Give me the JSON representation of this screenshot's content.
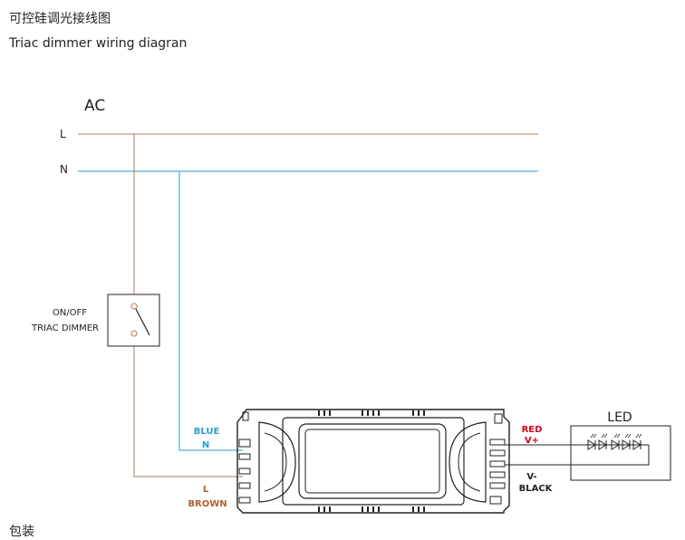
{
  "header": {
    "title_cn": "可控硅调光接线图",
    "title_en": "Triac dimmer wiring diagran"
  },
  "footer": {
    "cut_text": "包装"
  },
  "diagram": {
    "ac_label": "AC",
    "line_l": "L",
    "line_n": "N",
    "switch_label_1": "ON/OFF",
    "switch_label_2": "TRIAC DIMMER",
    "input_blue_label": "BLUE",
    "input_n_label": "N",
    "input_l_label": "L",
    "input_brown_label": "BROWN",
    "output_red_label": "RED",
    "output_vplus_label": "V+",
    "output_vminus_label": "V-",
    "output_black_label": "BLACK",
    "led_label": "LED",
    "colors": {
      "brown_wire": "#b07a55",
      "blue_wire": "#2a9dcc",
      "red_text": "#d0021b",
      "blue_text": "#2a9dcc",
      "brown_text": "#b06030",
      "outline": "#222222"
    }
  }
}
